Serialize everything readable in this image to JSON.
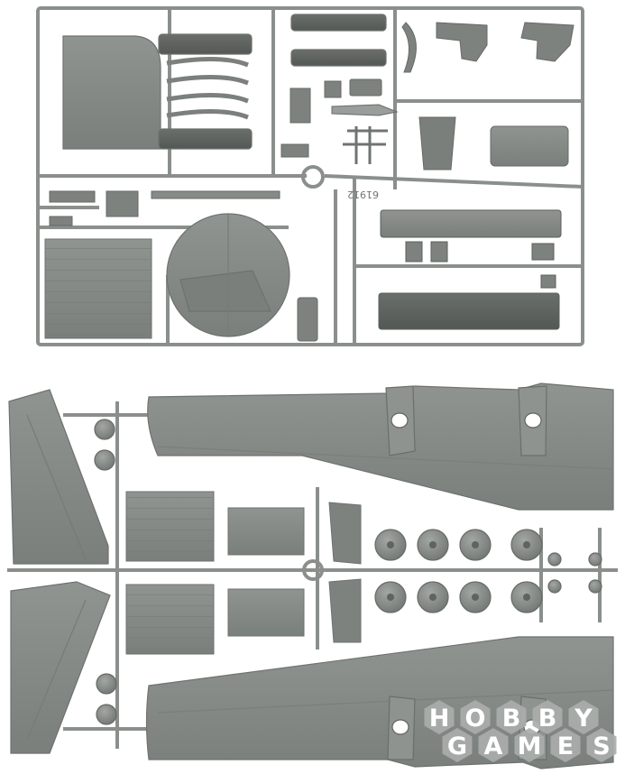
{
  "image": {
    "subject": "model-kit-sprues",
    "background_color": "#ffffff",
    "plastic_color": "#858a87",
    "plastic_dark": "#5f6461",
    "plastic_light": "#a2a6a3"
  },
  "sprue_marking": "61912",
  "watermark": {
    "line1": [
      "H",
      "O",
      "B",
      "B",
      "Y"
    ],
    "line2": [
      "G",
      "A",
      "M",
      "E",
      "S"
    ],
    "hex_color": "#a9acab"
  }
}
